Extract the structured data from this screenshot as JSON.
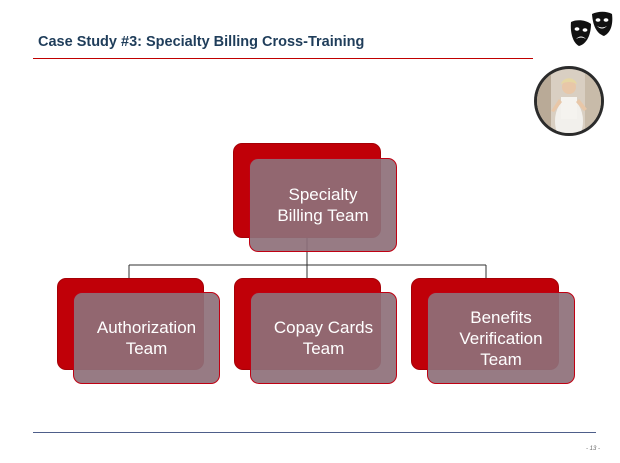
{
  "slide": {
    "title": "Case Study #3: Specialty Billing Cross-Training",
    "page_number": "- 13 -"
  },
  "icons": {
    "header_icon": "drama-masks-icon",
    "photo": "avatar-photo"
  },
  "org_chart": {
    "root": {
      "label": "Specialty\nBilling Team"
    },
    "children": [
      {
        "label": "Authorization\nTeam"
      },
      {
        "label": "Copay Cards\nTeam"
      },
      {
        "label": "Benefits\nVerification\nTeam"
      }
    ]
  },
  "colors": {
    "accent_red": "#c00000",
    "card_fill": "#8e707a",
    "title_text": "#1f3d5a",
    "footer_line": "#4e5e8a"
  }
}
